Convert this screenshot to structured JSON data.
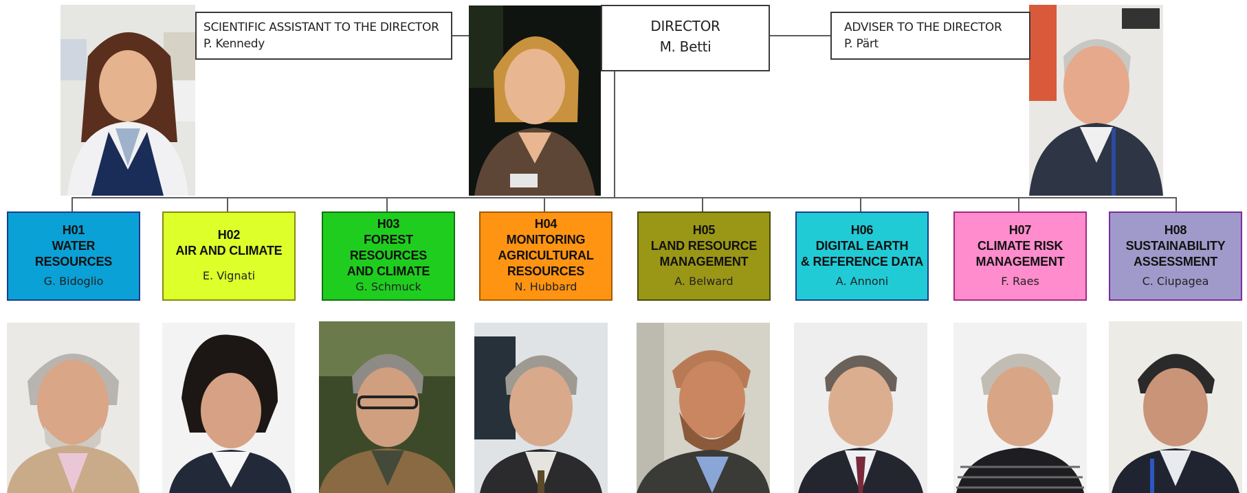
{
  "director": {
    "title": "DIRECTOR",
    "name": "M. Betti"
  },
  "scientific_assistant": {
    "title": "SCIENTIFIC ASSISTANT TO THE DIRECTOR",
    "name": "P. Kennedy"
  },
  "adviser": {
    "title": "ADVISER TO THE DIRECTOR",
    "name": "P. Pärt"
  },
  "units": [
    {
      "code": "H01",
      "name": "WATER\nRESOURCES",
      "head": "G. Bidoglio",
      "color": "#0aa1d6"
    },
    {
      "code": "H02",
      "name": "AIR AND CLIMATE",
      "head": "E. Vignati",
      "color": "#ddff2a"
    },
    {
      "code": "H03",
      "name": "FOREST\nRESOURCES\nAND CLIMATE",
      "head": "G. Schmuck",
      "color": "#1fcd1f"
    },
    {
      "code": "H04",
      "name": "MONITORING\nAGRICULTURAL\nRESOURCES",
      "head": "N. Hubbard",
      "color": "#ff9412"
    },
    {
      "code": "H05",
      "name": "LAND RESOURCE\nMANAGEMENT",
      "head": "A. Belward",
      "color": "#9a9716"
    },
    {
      "code": "H06",
      "name": "DIGITAL EARTH\n& REFERENCE DATA",
      "head": "A. Annoni",
      "color": "#20cbd6"
    },
    {
      "code": "H07",
      "name": "CLIMATE RISK\nMANAGEMENT",
      "head": "F. Raes",
      "color": "#ff8ccd"
    },
    {
      "code": "H08",
      "name": "SUSTAINABILITY\nASSESSMENT",
      "head": "C. Ciupagea",
      "color": "#a09acb"
    }
  ]
}
